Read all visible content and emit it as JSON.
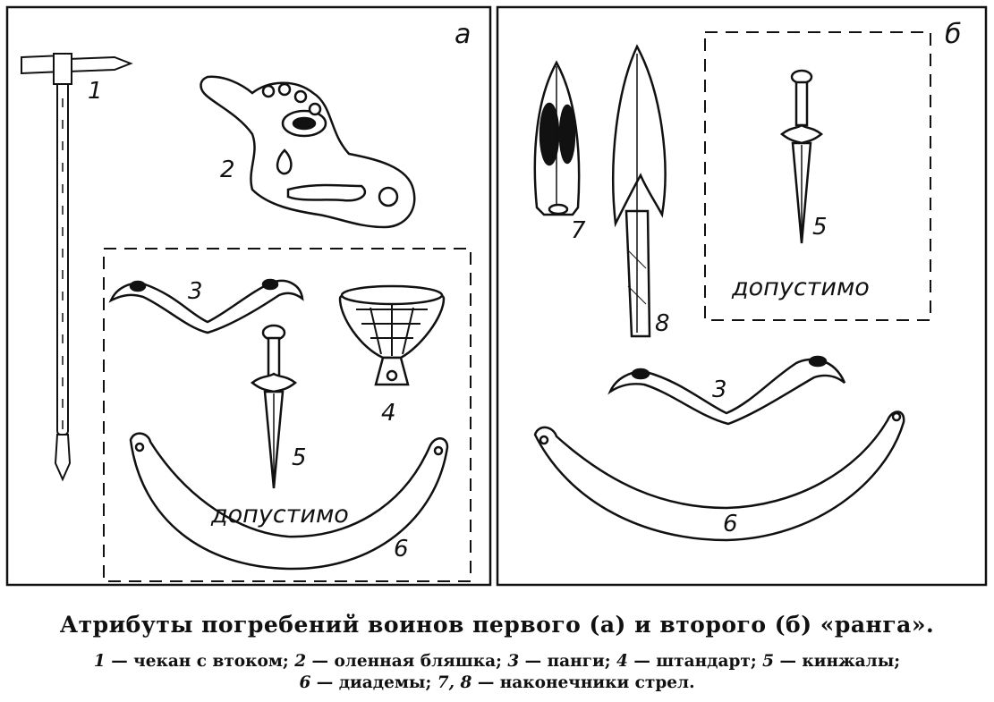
{
  "panels": {
    "left": {
      "letter": "а",
      "note": "допустимо"
    },
    "right": {
      "letter": "б",
      "note": "допустимо"
    }
  },
  "labels": {
    "n1": "1",
    "n2": "2",
    "n3": "3",
    "n4": "4",
    "n5": "5",
    "n6": "6",
    "n7": "7",
    "n8": "8"
  },
  "caption": {
    "title": "Атрибуты погребений воинов первого (а) и второго (б) «ранга».",
    "legend": [
      {
        "num": "1",
        "text": " — чекан с втоком; "
      },
      {
        "num": "2",
        "text": " — оленная бляшка; "
      },
      {
        "num": "3",
        "text": " — панги; "
      },
      {
        "num": "4",
        "text": " — штандарт; "
      },
      {
        "num": "5",
        "text": " — кинжалы; "
      },
      {
        "num": "6",
        "text": " — диадемы; "
      },
      {
        "num": "7, 8",
        "text": " — наконечники стрел."
      }
    ]
  }
}
